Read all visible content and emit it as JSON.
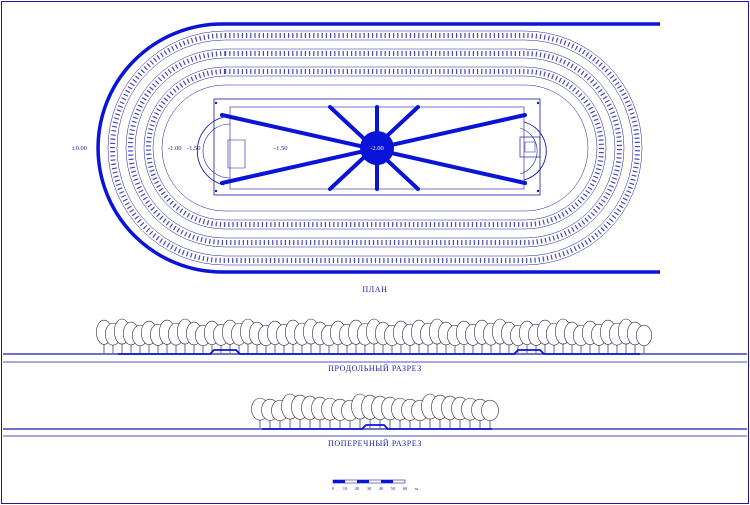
{
  "drawing": {
    "levels": {
      "outer": "±0.00",
      "left_step": "-1.00",
      "left_basin": "-1.50",
      "middle": "-1.50",
      "center": "-2.00"
    },
    "captions": {
      "plan": "ПЛАН",
      "longitudinal": "ПРОДОЛЬНЫЙ РАЗРЕЗ",
      "transverse": "ПОПЕРЕЧНЫЙ РАЗРЕЗ"
    },
    "scale_bar": {
      "ticks": [
        "0",
        "10",
        "20",
        "30",
        "40",
        "50",
        "60"
      ],
      "unit": "м"
    },
    "colors": {
      "line": "#1a1aa6",
      "accent": "#0a14d8",
      "tree": "#2a2a44"
    }
  }
}
